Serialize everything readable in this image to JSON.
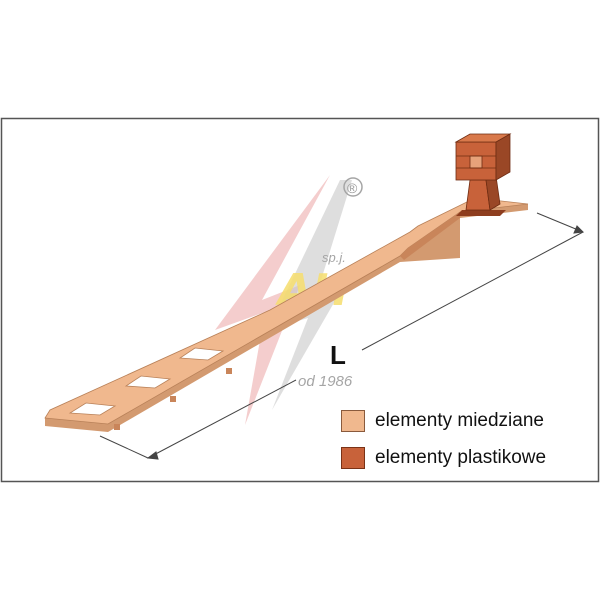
{
  "diagram": {
    "dimension_label": "L"
  },
  "legend": {
    "items": [
      {
        "label": "elementy miedziane",
        "color": "#f0b88e"
      },
      {
        "label": "elementy plastikowe",
        "color": "#c8623a"
      }
    ]
  },
  "watermark": {
    "company": "sp.j.",
    "since": "od 1986",
    "registered": "®",
    "logo_text": "AH"
  },
  "colors": {
    "copper": "#f0b88e",
    "copper_dark": "#c9855a",
    "plastic": "#c8623a",
    "plastic_dark": "#8e3e1f",
    "frame": "#555555"
  }
}
